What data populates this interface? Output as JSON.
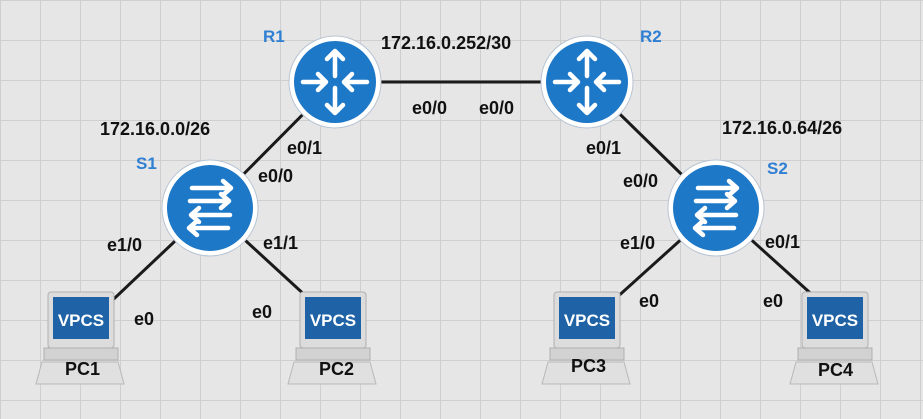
{
  "colors": {
    "device_fill": "#1e78c8",
    "device_ring": "#ffffff",
    "name_text": "#2f7fd3",
    "link": "#1a1a1a",
    "vpcs_screen": "#1f63a6",
    "vpcs_body": "#e4e4e4",
    "grid": "#cfcfcf"
  },
  "routers": {
    "r1": {
      "name": "R1",
      "icon": "router-icon"
    },
    "r2": {
      "name": "R2",
      "icon": "router-icon"
    }
  },
  "switches": {
    "s1": {
      "name": "S1",
      "icon": "switch-icon"
    },
    "s2": {
      "name": "S2",
      "icon": "switch-icon"
    }
  },
  "pcs": {
    "pc1": {
      "name": "PC1",
      "screen_text": "VPCS"
    },
    "pc2": {
      "name": "PC2",
      "screen_text": "VPCS"
    },
    "pc3": {
      "name": "PC3",
      "screen_text": "VPCS"
    },
    "pc4": {
      "name": "PC4",
      "screen_text": "VPCS"
    }
  },
  "networks": {
    "wan": "172.16.0.252/30",
    "lan1": "172.16.0.0/26",
    "lan2": "172.16.0.64/26"
  },
  "interfaces": {
    "r1_r2": "e0/0",
    "r2_r1": "e0/0",
    "r1_s1": "e0/1",
    "s1_r1": "e0/0",
    "r2_s2": "e0/1",
    "s2_r2": "e0/0",
    "s1_pc1": "e1/0",
    "pc1": "e0",
    "s1_pc2": "e1/1",
    "pc2": "e0",
    "s2_pc3": "e1/0",
    "pc3": "e0",
    "s2_pc4": "e0/1",
    "pc4": "e0"
  }
}
